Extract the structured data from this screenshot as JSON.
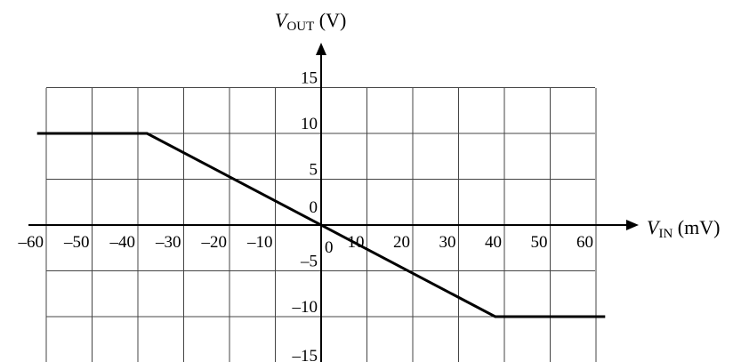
{
  "chart_data": {
    "type": "line",
    "title": "",
    "xlabel": {
      "var": "V",
      "sub": "IN",
      "unit": " (mV)"
    },
    "ylabel": {
      "var": "V",
      "sub": "OUT",
      "unit": " (V)"
    },
    "xlim": [
      -60,
      60
    ],
    "ylim": [
      -15,
      15
    ],
    "grid": true,
    "x_ticks": [
      {
        "value": -60,
        "label": "–60"
      },
      {
        "value": -50,
        "label": "–50"
      },
      {
        "value": -40,
        "label": "–40"
      },
      {
        "value": -30,
        "label": "–30"
      },
      {
        "value": -20,
        "label": "–20"
      },
      {
        "value": -10,
        "label": "–10"
      },
      {
        "value": 0,
        "label": "0"
      },
      {
        "value": 10,
        "label": "10"
      },
      {
        "value": 20,
        "label": "20"
      },
      {
        "value": 30,
        "label": "30"
      },
      {
        "value": 40,
        "label": "40"
      },
      {
        "value": 50,
        "label": "50"
      },
      {
        "value": 60,
        "label": "60"
      }
    ],
    "y_ticks": [
      {
        "value": 15,
        "label": "15"
      },
      {
        "value": 10,
        "label": "10"
      },
      {
        "value": 5,
        "label": "5"
      },
      {
        "value": 0,
        "label": "0"
      },
      {
        "value": -5,
        "label": "–5"
      },
      {
        "value": -10,
        "label": "–10"
      },
      {
        "value": -15,
        "label": "–15"
      }
    ],
    "series": [
      {
        "x": [
          -62,
          -38,
          38,
          62
        ],
        "y": [
          10,
          10,
          -10,
          -10
        ]
      }
    ]
  }
}
